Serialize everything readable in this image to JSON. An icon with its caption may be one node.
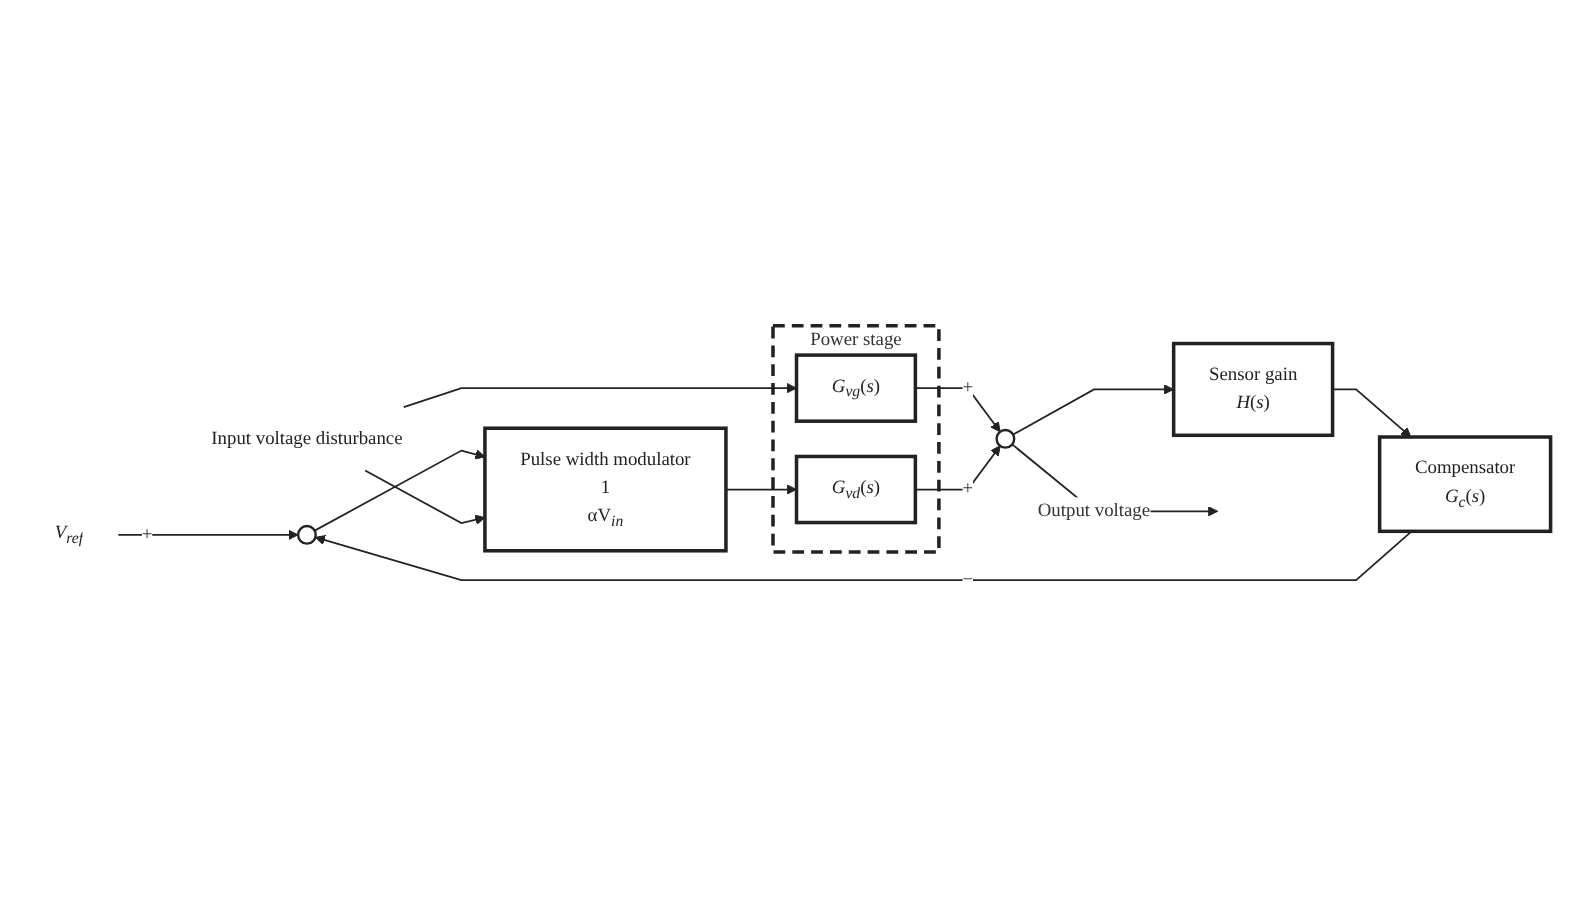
{
  "diagram": {
    "nodes": [
      {
        "text": [
          "*V*$_{ref}$"
        ]
      },
      {
        "text": [],
        "shape": "circle"
      },
      {
        "text": [
          "Pulse width modulator",
          "1",
          "αV$_{in}$"
        ]
      },
      {
        "text": [
          "Power stage"
        ]
      },
      {
        "text": [
          "*G*$_{vg}$(*s*)"
        ],
        "in": 3
      },
      {
        "text": [
          "*G*$_{vd}$(*s*)"
        ],
        "in": 3
      },
      {
        "text": [
          "Input voltage disturbance"
        ]
      },
      {
        "text": [],
        "shape": "circle"
      },
      {
        "text": [
          "Sensor gain",
          "*H*(*s*)"
        ]
      },
      {
        "text": [
          "Compensator",
          "*G*$_{c}$(*s*)"
        ]
      }
    ],
    "edges": [
      {
        "from": 0,
        "to": 1,
        "arrow": "to",
        "label": "+"
      },
      {
        "from": 1,
        "to": 2,
        "arrow": "to"
      },
      {
        "from": 6,
        "to": 2,
        "arrow": "to"
      },
      {
        "from": 6,
        "to": 4,
        "arrow": "to"
      },
      {
        "from": 2,
        "to": 5,
        "arrow": "to"
      },
      {
        "from": 4,
        "to": 7,
        "arrow": "to",
        "label": "+"
      },
      {
        "from": 5,
        "to": 7,
        "arrow": "to",
        "label": "+"
      },
      {
        "from": 7,
        "to": null,
        "arrow": "to",
        "label": "Output voltage"
      },
      {
        "from": 7,
        "to": 8,
        "arrow": "to"
      },
      {
        "from": 8,
        "to": 9,
        "arrow": "to"
      },
      {
        "from": 9,
        "to": 1,
        "arrow": "to",
        "label": "−"
      }
    ]
  }
}
